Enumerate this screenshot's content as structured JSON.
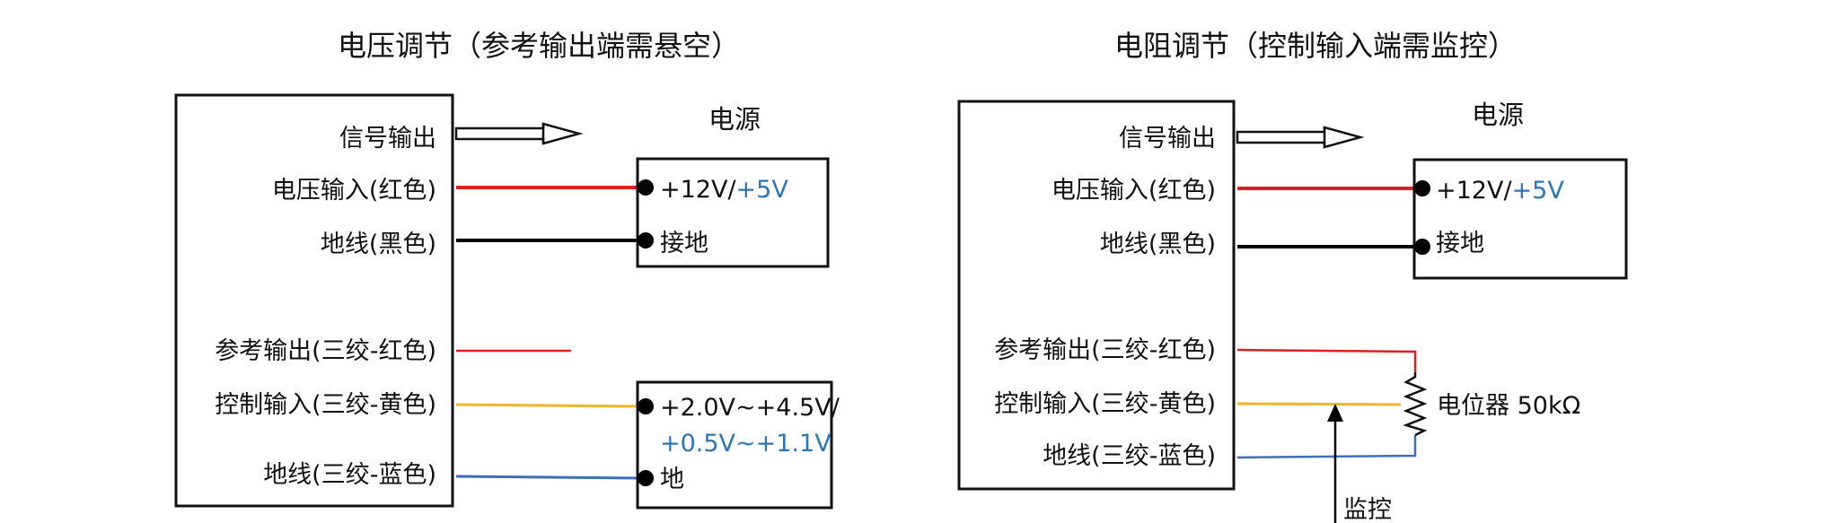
{
  "colors": {
    "red": "#e02020",
    "black": "#000000",
    "yellow": "#f2b52a",
    "blue": "#3f6fb8",
    "text_blue": "#2e75b6"
  },
  "left": {
    "title": "电压调节（参考输出端需悬空）",
    "pins": {
      "signal_out": "信号输出",
      "voltage_in": "电压输入(红色)",
      "ground": "地线(黑色)",
      "ref_out": "参考输出(三绞-红色)",
      "ctrl_in": "控制输入(三绞-黄色)",
      "ground_twist": "地线(三绞-蓝色)"
    },
    "power": {
      "title": "电源",
      "v_black": "+12V/",
      "v_blue": "+5V",
      "ground": "接地"
    },
    "control": {
      "range_black": "+2.0V~+4.5V/",
      "range_blue": "+0.5V~+1.1V",
      "ground": "地"
    }
  },
  "right": {
    "title": "电阻调节（控制输入端需监控）",
    "pins": {
      "signal_out": "信号输出",
      "voltage_in": "电压输入(红色)",
      "ground": "地线(黑色)",
      "ref_out": "参考输出(三绞-红色)",
      "ctrl_in": "控制输入(三绞-黄色)",
      "ground_twist": "地线(三绞-蓝色)"
    },
    "power": {
      "title": "电源",
      "v_black": "+12V/",
      "v_blue": "+5V",
      "ground": "接地"
    },
    "potentiometer": "电位器 50kΩ",
    "monitor": "监控"
  }
}
